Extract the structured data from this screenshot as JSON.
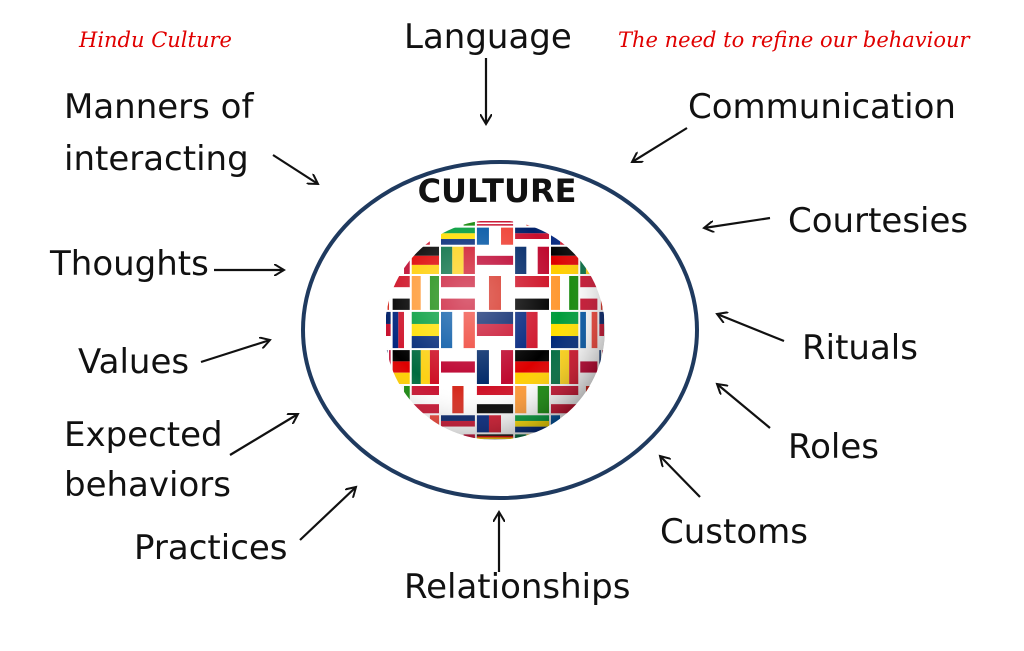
{
  "header": {
    "left": "Hindu Culture",
    "right": "The need to refine our behaviour"
  },
  "center": {
    "title": "CULTURE",
    "image": "globe-of-flags"
  },
  "labels": {
    "language": "Language",
    "manners_line1": "Manners of",
    "manners_line2": "interacting",
    "communication": "Communication",
    "courtesies": "Courtesies",
    "thoughts": "Thoughts",
    "rituals": "Rituals",
    "values": "Values",
    "expected_line1": "Expected",
    "expected_line2": "behaviors",
    "roles": "Roles",
    "practices": "Practices",
    "customs": "Customs",
    "relationships": "Relationships"
  },
  "colors": {
    "header_text": "#e00000",
    "circle_stroke": "#1f3a5f",
    "text": "#111111"
  }
}
